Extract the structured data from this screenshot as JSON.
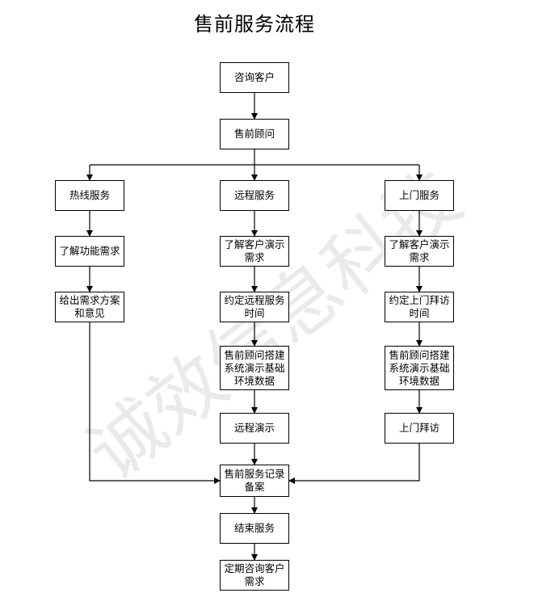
{
  "title": "售前服务流程",
  "watermark": "诚效信息科技",
  "nodes": {
    "consult": "咨询客户",
    "advisor": "售前顾问",
    "hotline": "热线服务",
    "remote": "远程服务",
    "onsite": "上门服务",
    "hotline_need": "了解功能需求",
    "remote_need": "了解客户演示\n需求",
    "onsite_need": "了解客户演示\n需求",
    "hotline_plan": "给出需求方案\n和意见",
    "remote_time": "约定远程服务\n时间",
    "onsite_time": "约定上门拜访\n时间",
    "remote_env": "售前顾问搭建\n系统演示基础\n环境数据",
    "onsite_env": "售前顾问搭建\n系统演示基础\n环境数据",
    "remote_demo": "远程演示",
    "onsite_visit": "上门拜访",
    "record": "售前服务记录\n备案",
    "finish": "结束服务",
    "followup": "定期咨询客户\n需求"
  }
}
